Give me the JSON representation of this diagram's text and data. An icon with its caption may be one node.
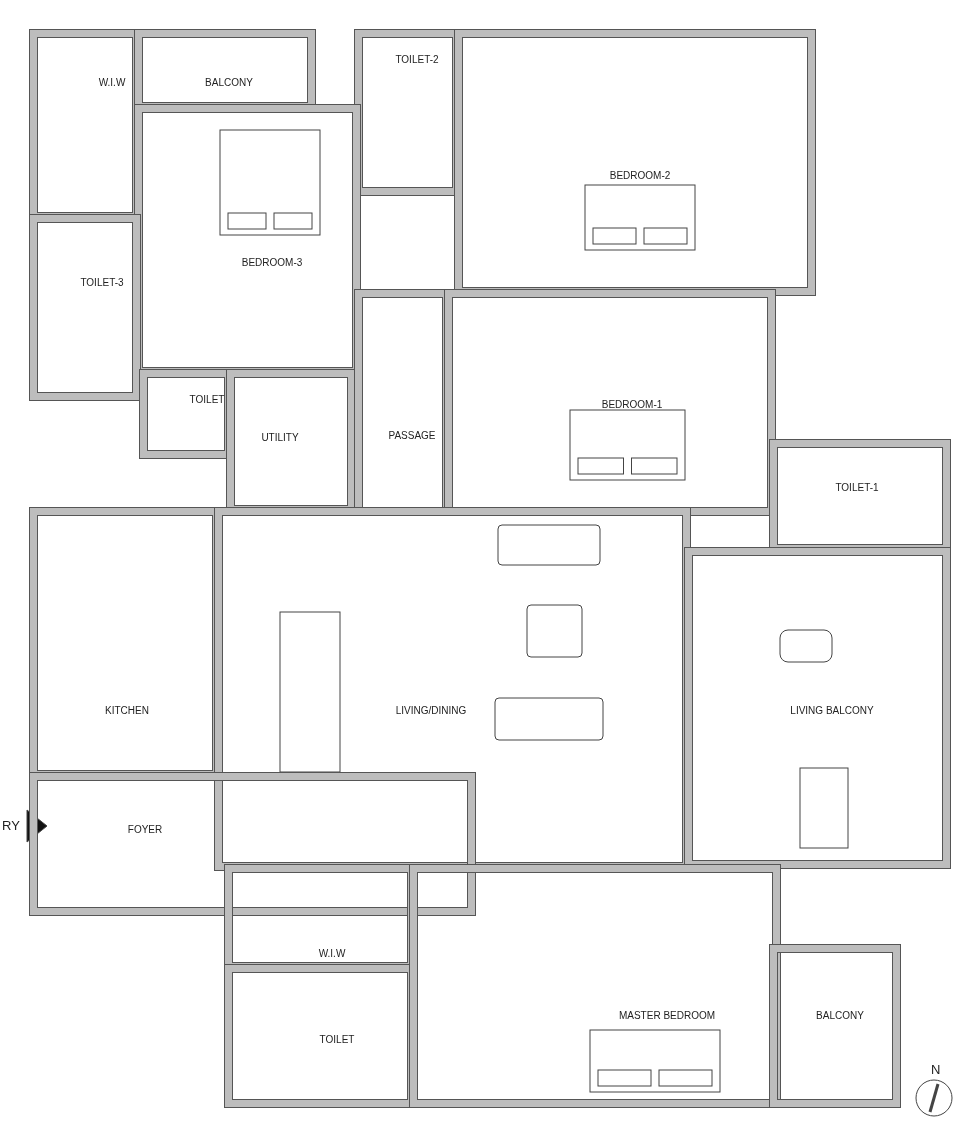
{
  "diagram": {
    "nodes": [
      {
        "text": [
          "W.I.W"
        ]
      },
      {
        "text": [
          "BALCONY"
        ]
      },
      {
        "text": [
          "TOILET-2"
        ]
      },
      {
        "text": [
          "BEDROOM-2"
        ]
      },
      {
        "text": [
          "BEDROOM-3"
        ]
      },
      {
        "text": [
          "TOILET-3"
        ]
      },
      {
        "text": [
          "TOILET"
        ]
      },
      {
        "text": [
          "UTILITY"
        ]
      },
      {
        "text": [
          "PASSAGE"
        ]
      },
      {
        "text": [
          "BEDROOM-1"
        ]
      },
      {
        "text": [
          "TOILET-1"
        ]
      },
      {
        "text": [
          "KITCHEN"
        ]
      },
      {
        "text": [
          "LIVING/DINING"
        ]
      },
      {
        "text": [
          "LIVING BALCONY"
        ]
      },
      {
        "text": [
          "FOYER"
        ]
      },
      {
        "text": [
          "W.I.W"
        ]
      },
      {
        "text": [
          "TOILET"
        ]
      },
      {
        "text": [
          "MASTER BEDROOM"
        ]
      },
      {
        "text": [
          "BALCONY"
        ]
      }
    ],
    "edges": [],
    "labels": [
      "RY",
      "N"
    ]
  }
}
